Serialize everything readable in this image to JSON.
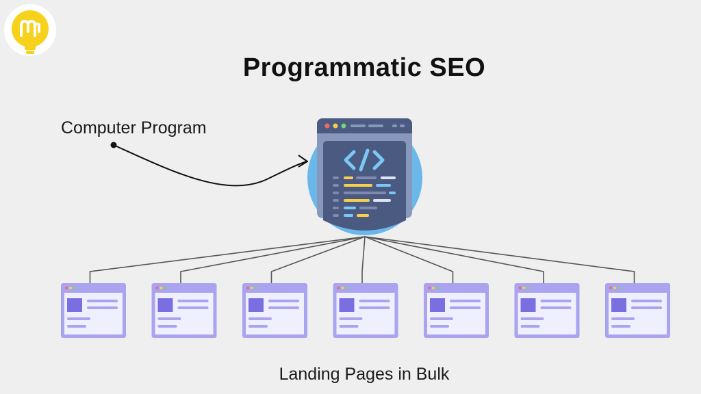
{
  "title": "Programmatic SEO",
  "program_label": "Computer Program",
  "pages_label": "Landing Pages in Bulk",
  "landing_page_count": 7,
  "icons": {
    "logo": "lightbulb-logo-icon",
    "program": "code-window-icon",
    "landing_page": "landing-page-icon"
  },
  "colors": {
    "background": "#efefef",
    "logo_yellow": "#f7d21c",
    "window_dark": "#4b5a80",
    "window_light": "#8898bd",
    "halo_blue": "#6ab8ea",
    "code_blue": "#7cc8f4",
    "code_yellow": "#f6d04d",
    "page_purple": "#a9a3f0",
    "page_body": "#f0efff",
    "page_accent": "#7a6fe0",
    "connector": "#555555"
  }
}
